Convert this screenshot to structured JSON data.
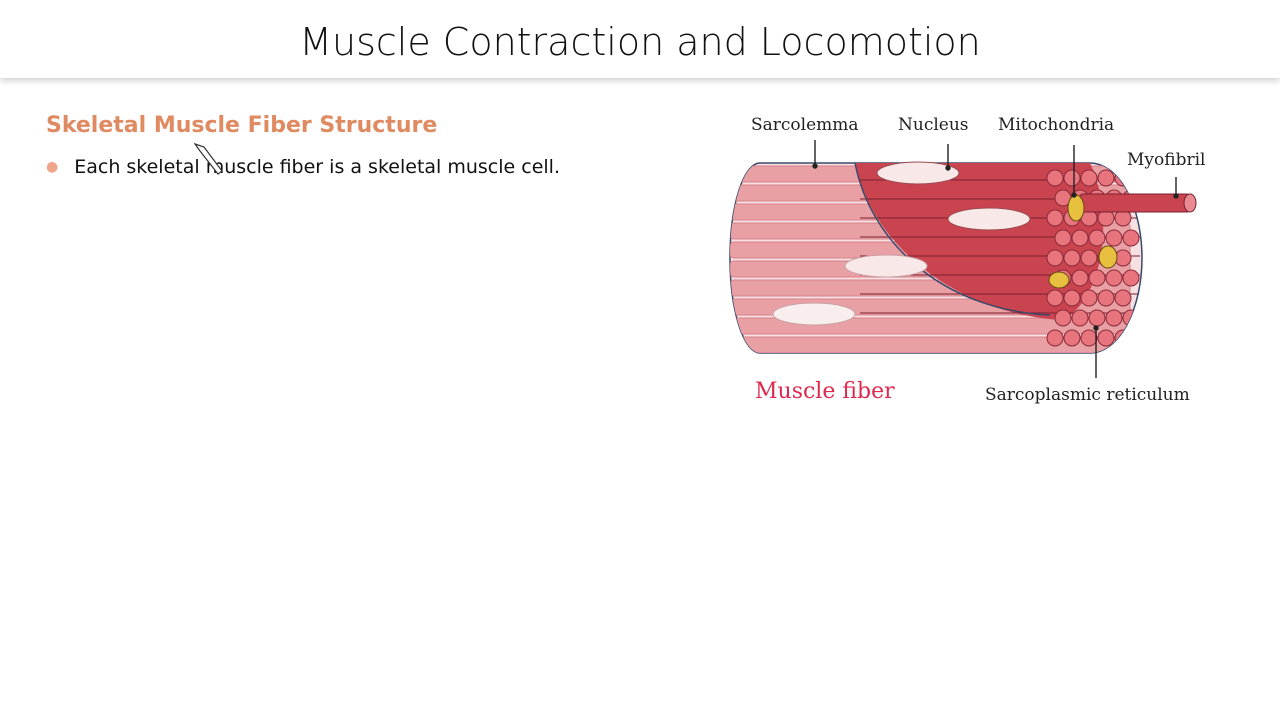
{
  "slide": {
    "title": "Muscle Contraction and Locomotion",
    "heading": "Skeletal Muscle Fiber Structure",
    "bullets": [
      "Each skeletal muscle fiber is a skeletal muscle cell."
    ]
  },
  "diagram": {
    "labels": {
      "sarcolemma": "Sarcolemma",
      "nucleus": "Nucleus",
      "mitochondria": "Mitochondria",
      "myofibril": "Myofibril",
      "sarcoplasmic_reticulum": "Sarcoplasmic reticulum"
    },
    "caption": "Muscle fiber",
    "colors": {
      "fiber": "#c9444f",
      "fiber_light": "#e8a0a4",
      "caption": "#e0284e",
      "heading": "#e08a62"
    }
  }
}
